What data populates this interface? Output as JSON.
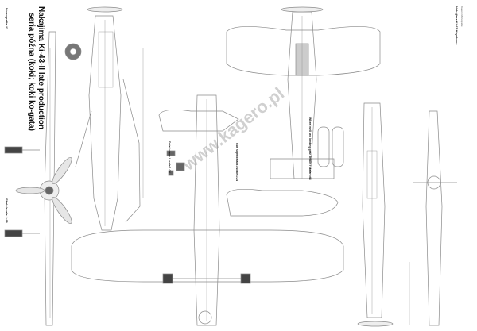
{
  "title": {
    "line1": "Nakajima Ki-43-II late production",
    "line2": "seria późna (koki; koki ko-gata)"
  },
  "publisher_note": "Monografie 42",
  "scale_label": "Skala/scale 1:48",
  "notes": {
    "note1": "Wheel well and landing gear details / skala 1:48",
    "note2": "Gun sight details / scale 1:24",
    "note3": "Detail views / scale 1:24"
  },
  "sheet_label": "Nakajima Ki-43 Hayabusa",
  "sheet_sublabel": "Kagero Monografie",
  "watermark": "www.kagero.pl",
  "colors": {
    "line": "#8a8a8a",
    "dark": "#333333",
    "tire": "#555555"
  }
}
